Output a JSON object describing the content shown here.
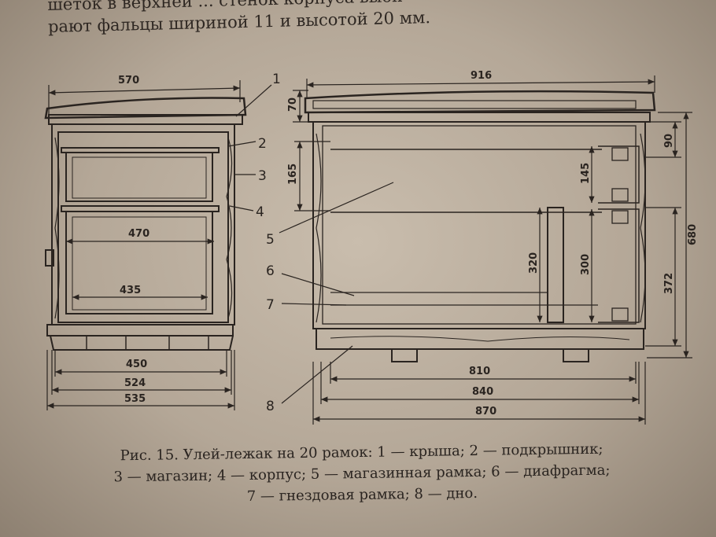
{
  "top_text": {
    "line1": "шеток в верхней ... стенок корпуса выби-",
    "line2": "рают фальцы шириной 11 и высотой 20 мм."
  },
  "figure": {
    "front_dims": {
      "d570": "570",
      "d470": "470",
      "d435": "435",
      "d450": "450",
      "d524": "524",
      "d535": "535"
    },
    "side_dims": {
      "d916": "916",
      "d70": "70",
      "d165": "165",
      "d145": "145",
      "d90": "90",
      "d320": "320",
      "d300": "300",
      "d680": "680",
      "d372": "372",
      "d810": "810",
      "d840": "840",
      "d870": "870"
    },
    "callouts": [
      "1",
      "2",
      "3",
      "4",
      "5",
      "6",
      "7",
      "8"
    ]
  },
  "caption": {
    "line1": "Рис. 15. Улей-лежак на 20 рамок: 1 — крыша; 2 — подкрышник;",
    "line2": "3 — магазин; 4 — корпус; 5 — магазинная рамка; 6 — диафрагма;",
    "line3": "7 — гнездовая рамка; 8 — дно."
  },
  "colors": {
    "paper": "#bfb2a2",
    "ink": "#2a2420"
  }
}
